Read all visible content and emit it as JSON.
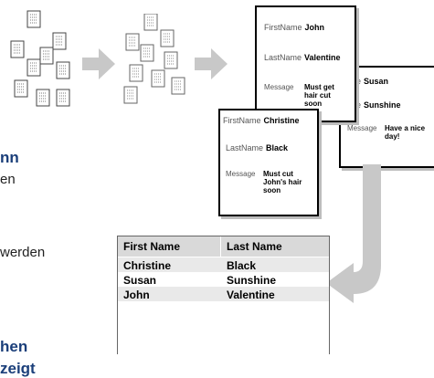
{
  "side_text": {
    "heading1": "nn",
    "line1": "en",
    "line2": "werden",
    "heading2": "hen",
    "heading3": "zeigt"
  },
  "cards": {
    "john": {
      "first_label": "FirstName",
      "first_value": "John",
      "last_label": "LastName",
      "last_value": "Valentine",
      "msg_label": "Message",
      "msg_value": "Must get\nhair cut\nsoon"
    },
    "susan": {
      "first_label": "Name",
      "first_value": "Susan",
      "last_label": "Name",
      "last_value": "Sunshine",
      "msg_label": "Message",
      "msg_value": "Have a nice\nday!"
    },
    "christine": {
      "first_label": "FirstName",
      "first_value": "Christine",
      "last_label": "LastName",
      "last_value": "Black",
      "msg_label": "Message",
      "msg_value": "Must cut\nJohn's hair\nsoon"
    }
  },
  "table": {
    "headers": [
      "First Name",
      "Last Name"
    ],
    "rows": [
      [
        "Christine",
        "Black"
      ],
      [
        "Susan",
        "Sunshine"
      ],
      [
        "John",
        "Valentine"
      ]
    ]
  },
  "colors": {
    "heading": "#1b3f7a",
    "arrow": "#c8c8c8",
    "table_header": "#d9d9d9"
  }
}
